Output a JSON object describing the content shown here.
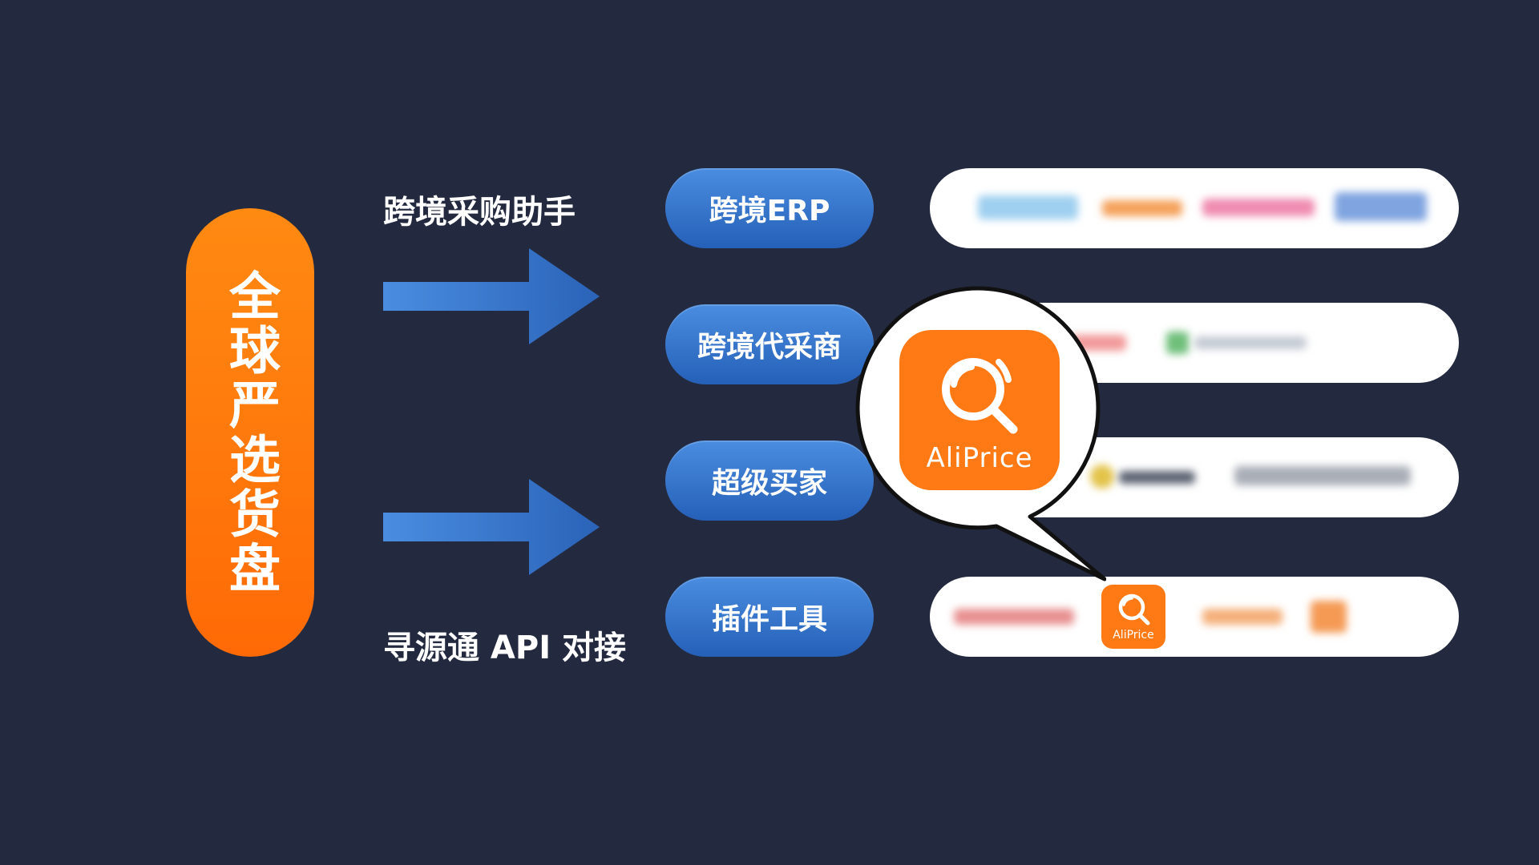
{
  "main": {
    "title": "全球严选货盘"
  },
  "labels": {
    "top": "跨境采购助手",
    "bottom": "寻源通 API 对接"
  },
  "categories": [
    {
      "label": "跨境ERP"
    },
    {
      "label": "跨境代采商"
    },
    {
      "label": "超级买家"
    },
    {
      "label": "插件工具"
    }
  ],
  "callout": {
    "app_name": "AliPrice",
    "icon": "magnifier-icon"
  },
  "colors": {
    "background": "#232a3f",
    "orange": "#ff7a15",
    "blue": "#3a78cf",
    "white": "#ffffff"
  }
}
